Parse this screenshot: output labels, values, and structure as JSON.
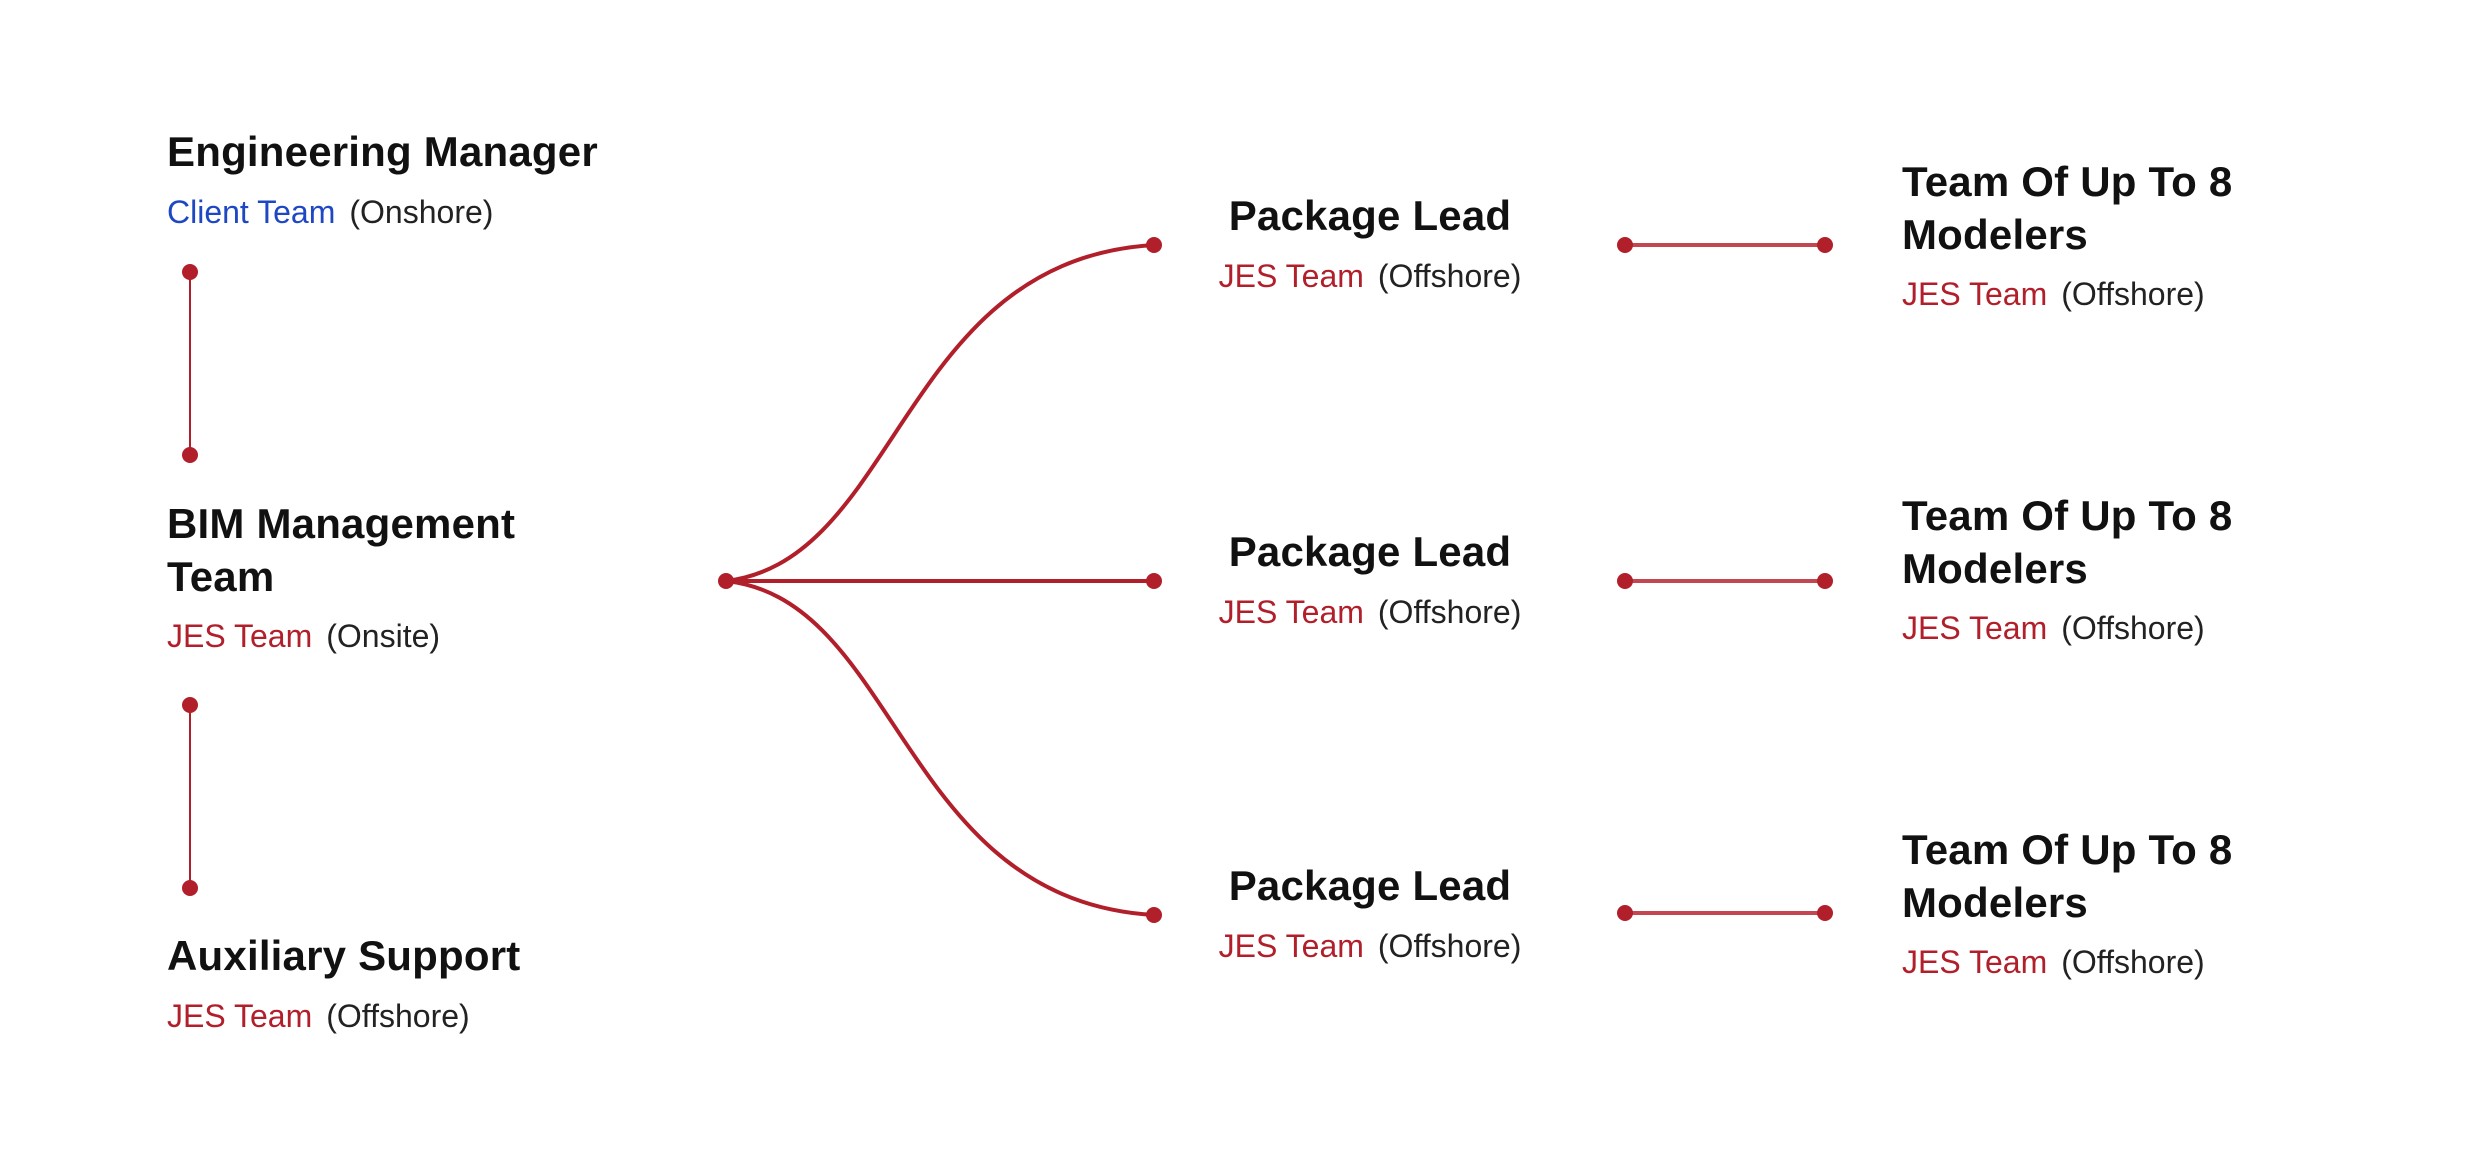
{
  "colors": {
    "accent": "#b11f2b",
    "client": "#1e47c4",
    "title": "#111111",
    "location": "#222222"
  },
  "nodes": {
    "engineering_manager": {
      "title": "Engineering Manager",
      "team": "Client Team",
      "location": "(Onshore)"
    },
    "bim_management": {
      "title": "BIM Management Team",
      "team": "JES Team",
      "location": "(Onsite)"
    },
    "auxiliary_support": {
      "title": "Auxiliary Support",
      "team": "JES Team",
      "location": "(Offshore)"
    },
    "package_leads": [
      {
        "title": "Package Lead",
        "team": "JES Team",
        "location": "(Offshore)"
      },
      {
        "title": "Package Lead",
        "team": "JES Team",
        "location": "(Offshore)"
      },
      {
        "title": "Package Lead",
        "team": "JES Team",
        "location": "(Offshore)"
      }
    ],
    "modeler_teams": [
      {
        "title": "Team Of Up To 8 Modelers",
        "team": "JES Team",
        "location": "(Offshore)"
      },
      {
        "title": "Team Of Up To 8 Modelers",
        "team": "JES Team",
        "location": "(Offshore)"
      },
      {
        "title": "Team Of Up To 8 Modelers",
        "team": "JES Team",
        "location": "(Offshore)"
      }
    ]
  }
}
